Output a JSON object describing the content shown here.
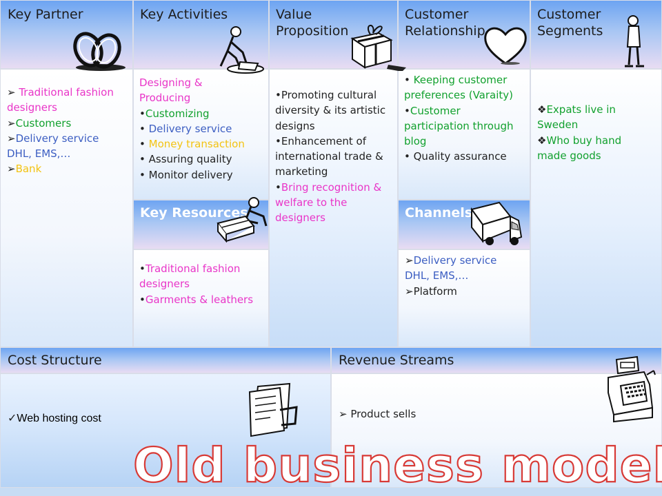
{
  "headers": {
    "key_partner": [
      "Key Partner"
    ],
    "key_activities": [
      "Key Activities"
    ],
    "value_proposition": [
      "Value",
      "Proposition"
    ],
    "customer_relationship": [
      "Customer",
      "Relationship"
    ],
    "customer_segments": [
      "Customer",
      "Segments"
    ],
    "key_resources": [
      "Key Resources"
    ],
    "channels": [
      "Channels"
    ],
    "cost_structure": [
      "Cost Structure"
    ],
    "revenue_streams": [
      "Revenue Streams"
    ]
  },
  "key_partner_lines": [
    {
      "marker": "➢",
      "text": "  Traditional fashion",
      "color": "pink"
    },
    {
      "marker": "",
      "text": "designers",
      "color": "pink"
    },
    {
      "marker": "➢",
      "text": "Customers",
      "color": "green"
    },
    {
      "marker": "➢",
      "text": "Delivery  service",
      "color": "blue"
    },
    {
      "marker": "",
      "text": "DHL, EMS,…",
      "color": "blue"
    },
    {
      "marker": "➢",
      "text": "Bank",
      "color": "yellow"
    }
  ],
  "key_activities_lines": [
    {
      "marker": "",
      "text": "  Designing &",
      "color": "pink"
    },
    {
      "marker": "",
      "text": "Producing",
      "color": "pink"
    },
    {
      "marker": "•",
      "text": "Customizing",
      "color": "green"
    },
    {
      "marker": "•",
      "text": " Delivery  service",
      "color": "blue"
    },
    {
      "marker": "•",
      "text": " Money transaction",
      "color": "yellow"
    },
    {
      "marker": "•",
      "text": " Assuring quality",
      "color": "dark"
    },
    {
      "marker": "•",
      "text": " Monitor delivery",
      "color": "dark"
    }
  ],
  "value_proposition_lines": [
    {
      "marker": "•",
      "text": "Promoting cultural",
      "color": "dark"
    },
    {
      "marker": "",
      "text": "diversity & its artistic",
      "color": "dark"
    },
    {
      "marker": "",
      "text": "designs",
      "color": "dark"
    },
    {
      "marker": "•",
      "text": "Enhancement of",
      "color": "dark"
    },
    {
      "marker": "",
      "text": "international trade &",
      "color": "dark"
    },
    {
      "marker": "",
      "text": "marketing",
      "color": "dark"
    },
    {
      "marker": "•",
      "text": "Bring recognition &",
      "color": "pink"
    },
    {
      "marker": "",
      "text": "welfare to the",
      "color": "pink"
    },
    {
      "marker": "",
      "text": "designers",
      "color": "pink"
    }
  ],
  "customer_relationship_lines": [
    {
      "marker": "•",
      "text": " Keeping customer",
      "color": "green"
    },
    {
      "marker": "",
      "text": "preferences  (Varaity)",
      "color": "green"
    },
    {
      "marker": "•",
      "text": "Customer",
      "color": "green"
    },
    {
      "marker": "",
      "text": "participation through",
      "color": "green"
    },
    {
      "marker": "",
      "text": "blog",
      "color": "green"
    },
    {
      "marker": "•",
      "text": " Quality assurance",
      "color": "dark"
    }
  ],
  "customer_segments_lines": [
    {
      "marker": "❖",
      "text": "Expats live in",
      "color": "green"
    },
    {
      "marker": "",
      "text": "Sweden",
      "color": "green"
    },
    {
      "marker": "❖",
      "text": "Who buy hand",
      "color": "green"
    },
    {
      "marker": "",
      "text": "made goods",
      "color": "green"
    }
  ],
  "key_resources_lines": [
    {
      "marker": "•",
      "text": "Traditional fashion",
      "color": "pink"
    },
    {
      "marker": "",
      "text": "designers",
      "color": "pink"
    },
    {
      "marker": "•",
      "text": "Garments  & leathers",
      "color": "pink"
    }
  ],
  "channels_lines": [
    {
      "marker": "➢",
      "text": "Delivery  service",
      "color": "blue"
    },
    {
      "marker": "",
      "text": "DHL, EMS,…",
      "color": "blue"
    },
    {
      "marker": "➢",
      "text": "Platform",
      "color": "dark"
    }
  ],
  "cost_structure_lines": [
    {
      "marker": "✓",
      "text": "Web hosting cost",
      "color": "black"
    }
  ],
  "revenue_streams_lines": [
    {
      "marker": "➢",
      "text": " Product sells",
      "color": "dark"
    }
  ],
  "slide_title": "Old business model",
  "colors": {
    "pink": "#e935c8",
    "green": "#12a12e",
    "blue": "#3c5ec2",
    "yellow": "#f3c312",
    "dark": "#222222",
    "title_outline": "#d83a36",
    "header_blue": "#6da4f2"
  },
  "icons": [
    "chain-links-icon",
    "person-kneeling-icon",
    "gift-box-icon",
    "heart-icon",
    "standing-person-icon",
    "person-with-sofa-icon",
    "delivery-truck-icon",
    "papers-icon",
    "cash-register-icon"
  ]
}
